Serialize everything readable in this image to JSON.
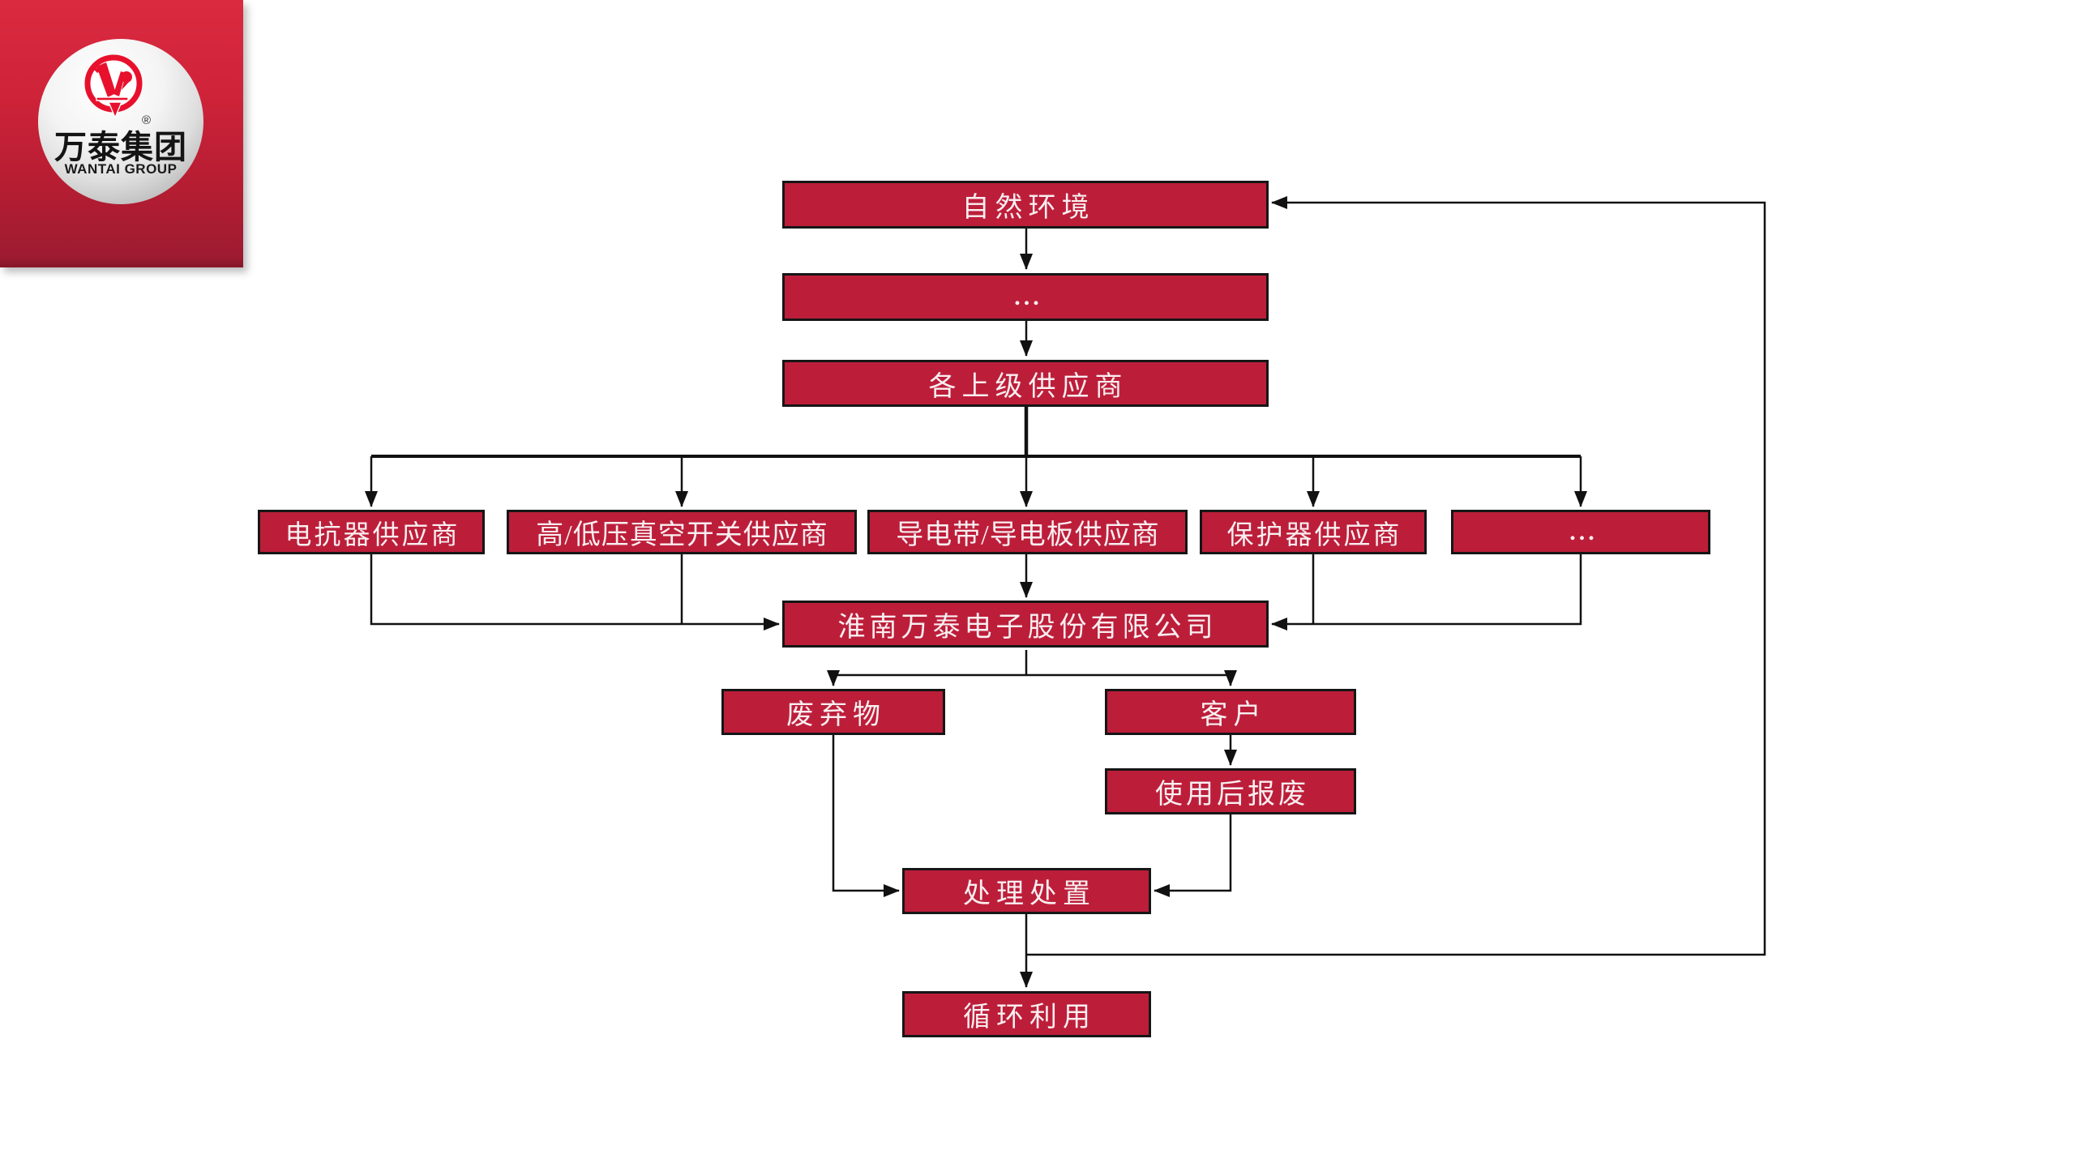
{
  "page": {
    "background": "#ffffff"
  },
  "logo": {
    "brand_zh": "万泰集团",
    "brand_en": "WANTAI GROUP",
    "registered_mark": "®",
    "icon": "wantai-w-emblem",
    "colors": {
      "panel_red_top": "#da2a40",
      "panel_red_bottom": "#9e1b31",
      "emblem_red": "#e8112d",
      "sphere_silver": "#e9e9e9",
      "text_black": "#141414"
    }
  },
  "flowchart": {
    "colors": {
      "box_fill": "#bc1e3a",
      "box_border": "#161616",
      "box_text": "#f9eef0",
      "line_black": "#111111"
    },
    "nodes": {
      "natural_env": "自然环境",
      "ellipsis_top": "...",
      "upper_suppliers": "各上级供应商",
      "reactor_supplier": "电抗器供应商",
      "vacuum_switch_supplier": "高/低压真空开关供应商",
      "conductive_supplier": "导电带/导电板供应商",
      "protector_supplier": "保护器供应商",
      "ellipsis_suppliers": "...",
      "company": "淮南万泰电子股份有限公司",
      "waste": "废弃物",
      "customer": "客户",
      "scrapped_after_use": "使用后报废",
      "disposal": "处理处置",
      "recycling": "循环利用"
    }
  }
}
